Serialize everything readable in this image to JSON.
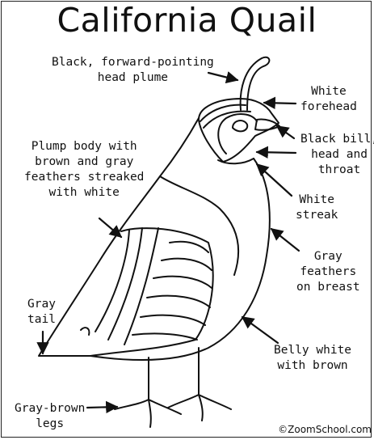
{
  "title": "California Quail",
  "labels": {
    "head_plume": "Black, forward-pointing\nhead plume",
    "forehead": "White\nforehead",
    "bill": "Black bill,\nhead and\nthroat",
    "streak": "White\nstreak",
    "body": "Plump body with\nbrown and gray\nfeathers streaked\nwith white",
    "breast": "Gray\nfeathers\non breast",
    "tail": "Gray\ntail",
    "belly": "Belly white\nwith brown",
    "legs": "Gray-brown\nlegs"
  },
  "credit": "©ZoomSchool.com",
  "colors": {
    "ink": "#111111",
    "background": "#ffffff"
  }
}
